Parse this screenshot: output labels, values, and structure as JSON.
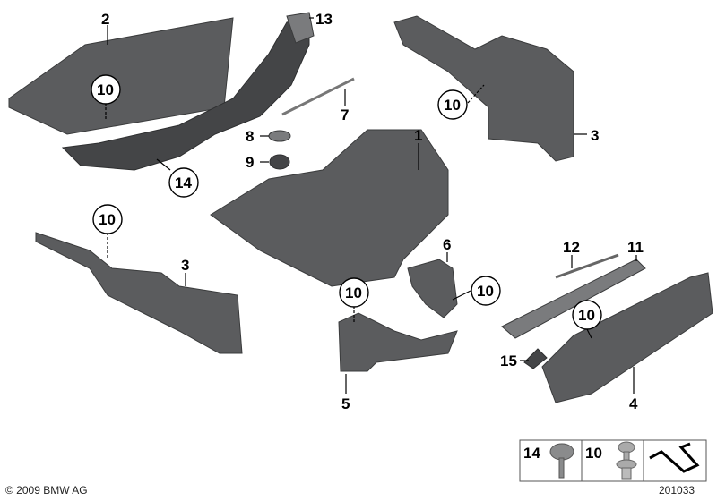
{
  "diagram": {
    "callouts": [
      "2",
      "13",
      "10",
      "7",
      "10",
      "3",
      "1",
      "8",
      "9",
      "14",
      "10",
      "3",
      "12",
      "11",
      "6",
      "10",
      "10",
      "10",
      "15",
      "5",
      "4"
    ],
    "legend": [
      {
        "number": "14",
        "icon": "screw-clip-icon"
      },
      {
        "number": "10",
        "icon": "expanding-rivet-icon"
      },
      {
        "number": "",
        "icon": "arrow-symbol-icon"
      }
    ],
    "copyright": "© 2009 BMW AG",
    "diagram_id": "201033",
    "colors": {
      "part": "#5b5c5e",
      "line": "#000000",
      "background": "#ffffff"
    }
  }
}
